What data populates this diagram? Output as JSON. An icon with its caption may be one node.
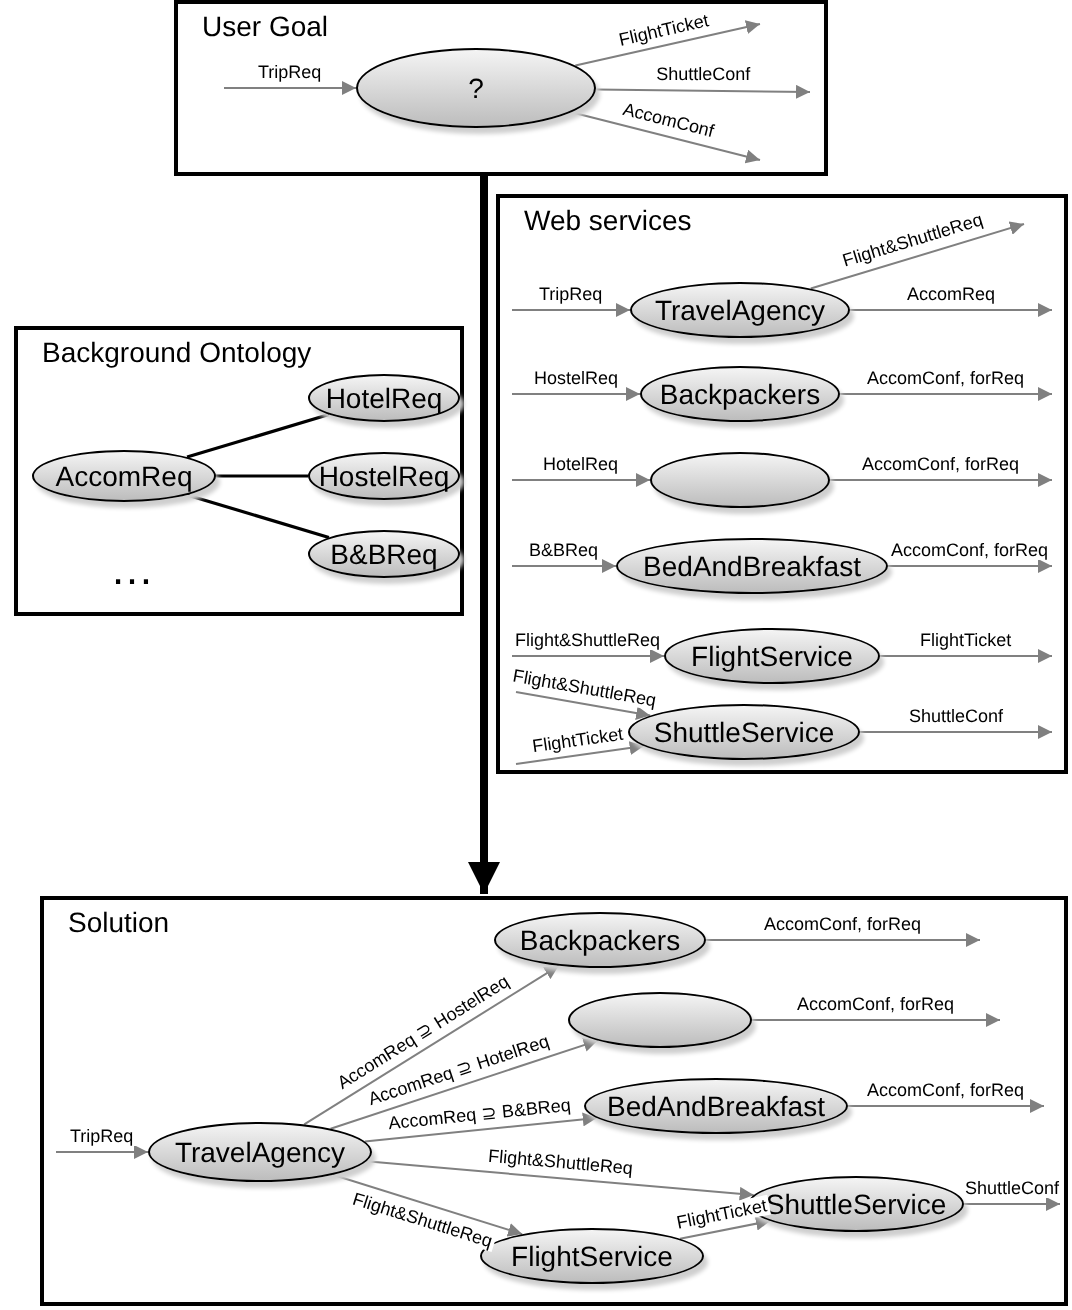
{
  "diagram": {
    "nodes": [
      {
        "text": [
          "User Goal"
        ]
      },
      {
        "text": [
          "?"
        ],
        "in": 0
      },
      {
        "text": [
          "Web services"
        ]
      },
      {
        "text": [
          "TravelAgency"
        ],
        "in": 2
      },
      {
        "text": [
          "Backpackers"
        ],
        "in": 2
      },
      {
        "text": [],
        "shape": "ellipse",
        "in": 2
      },
      {
        "text": [
          "BedAndBreakfast"
        ],
        "in": 2
      },
      {
        "text": [
          "FlightService"
        ],
        "in": 2
      },
      {
        "text": [
          "ShuttleService"
        ],
        "in": 2
      },
      {
        "text": [
          "Background Ontology"
        ]
      },
      {
        "text": [
          "AccomReq"
        ],
        "in": 9
      },
      {
        "text": [
          "HotelReq"
        ],
        "in": 9
      },
      {
        "text": [
          "HostelReq"
        ],
        "in": 9
      },
      {
        "text": [
          "B&BReq"
        ],
        "in": 9
      },
      {
        "text": [
          "Solution"
        ]
      },
      {
        "text": [
          "TravelAgency"
        ],
        "in": 14
      },
      {
        "text": [
          "Backpackers"
        ],
        "in": 14
      },
      {
        "text": [],
        "shape": "ellipse",
        "in": 14
      },
      {
        "text": [
          "BedAndBreakfast"
        ],
        "in": 14
      },
      {
        "text": [
          "FlightService"
        ],
        "in": 14
      },
      {
        "text": [
          "ShuttleService"
        ],
        "in": 14
      }
    ],
    "edges": [
      {
        "from": null,
        "to": 1,
        "arrow": "to",
        "label": "TripReq"
      },
      {
        "from": 1,
        "to": null,
        "arrow": "to",
        "label": "FlightTicket"
      },
      {
        "from": 1,
        "to": null,
        "arrow": "to",
        "label": "ShuttleConf"
      },
      {
        "from": 1,
        "to": null,
        "arrow": "to",
        "label": "AccomConf"
      },
      {
        "from": 0,
        "to": 14,
        "arrow": "to",
        "style": "thick",
        "color": "#000000"
      },
      {
        "from": null,
        "to": 3,
        "arrow": "to",
        "label": "TripReq"
      },
      {
        "from": 3,
        "to": null,
        "arrow": "to",
        "label": "Flight&ShuttleReq"
      },
      {
        "from": 3,
        "to": null,
        "arrow": "to",
        "label": "AccomReq"
      },
      {
        "from": null,
        "to": 4,
        "arrow": "to",
        "label": "HostelReq"
      },
      {
        "from": 4,
        "to": null,
        "arrow": "to",
        "label": "AccomConf, forReq"
      },
      {
        "from": null,
        "to": 5,
        "arrow": "to",
        "label": "HotelReq"
      },
      {
        "from": 5,
        "to": null,
        "arrow": "to",
        "label": "AccomConf, forReq"
      },
      {
        "from": null,
        "to": 6,
        "arrow": "to",
        "label": "B&BReq"
      },
      {
        "from": 6,
        "to": null,
        "arrow": "to",
        "label": "AccomConf, forReq"
      },
      {
        "from": null,
        "to": 7,
        "arrow": "to",
        "label": "Flight&ShuttleReq"
      },
      {
        "from": 7,
        "to": null,
        "arrow": "to",
        "label": "FlightTicket"
      },
      {
        "from": null,
        "to": 8,
        "arrow": "to",
        "label": "Flight&ShuttleReq"
      },
      {
        "from": null,
        "to": 8,
        "arrow": "to",
        "label": "FlightTicket"
      },
      {
        "from": 8,
        "to": null,
        "arrow": "to",
        "label": "ShuttleConf"
      },
      {
        "from": 10,
        "to": 11,
        "arrow": "none",
        "color": "#000000"
      },
      {
        "from": 10,
        "to": 12,
        "arrow": "none",
        "color": "#000000"
      },
      {
        "from": 10,
        "to": 13,
        "arrow": "none",
        "color": "#000000"
      },
      {
        "from": null,
        "to": 15,
        "arrow": "to",
        "label": "TripReq"
      },
      {
        "from": 15,
        "to": 16,
        "arrow": "to",
        "label": "AccomReq ⊇ HostelReq"
      },
      {
        "from": 15,
        "to": 17,
        "arrow": "to",
        "label": "AccomReq ⊇ HotelReq"
      },
      {
        "from": 15,
        "to": 18,
        "arrow": "to",
        "label": "AccomReq ⊇ B&BReq"
      },
      {
        "from": 15,
        "to": 20,
        "arrow": "to",
        "label": "Flight&ShuttleReq"
      },
      {
        "from": 15,
        "to": 19,
        "arrow": "to",
        "label": "Flight&ShuttleReq"
      },
      {
        "from": 19,
        "to": 20,
        "arrow": "to",
        "label": "FlightTicket"
      },
      {
        "from": 16,
        "to": null,
        "arrow": "to",
        "label": "AccomConf, forReq"
      },
      {
        "from": 17,
        "to": null,
        "arrow": "to",
        "label": "AccomConf, forReq"
      },
      {
        "from": 18,
        "to": null,
        "arrow": "to",
        "label": "AccomConf, forReq"
      },
      {
        "from": 20,
        "to": null,
        "arrow": "to",
        "label": "ShuttleConf"
      }
    ],
    "labels": [
      "…"
    ]
  }
}
